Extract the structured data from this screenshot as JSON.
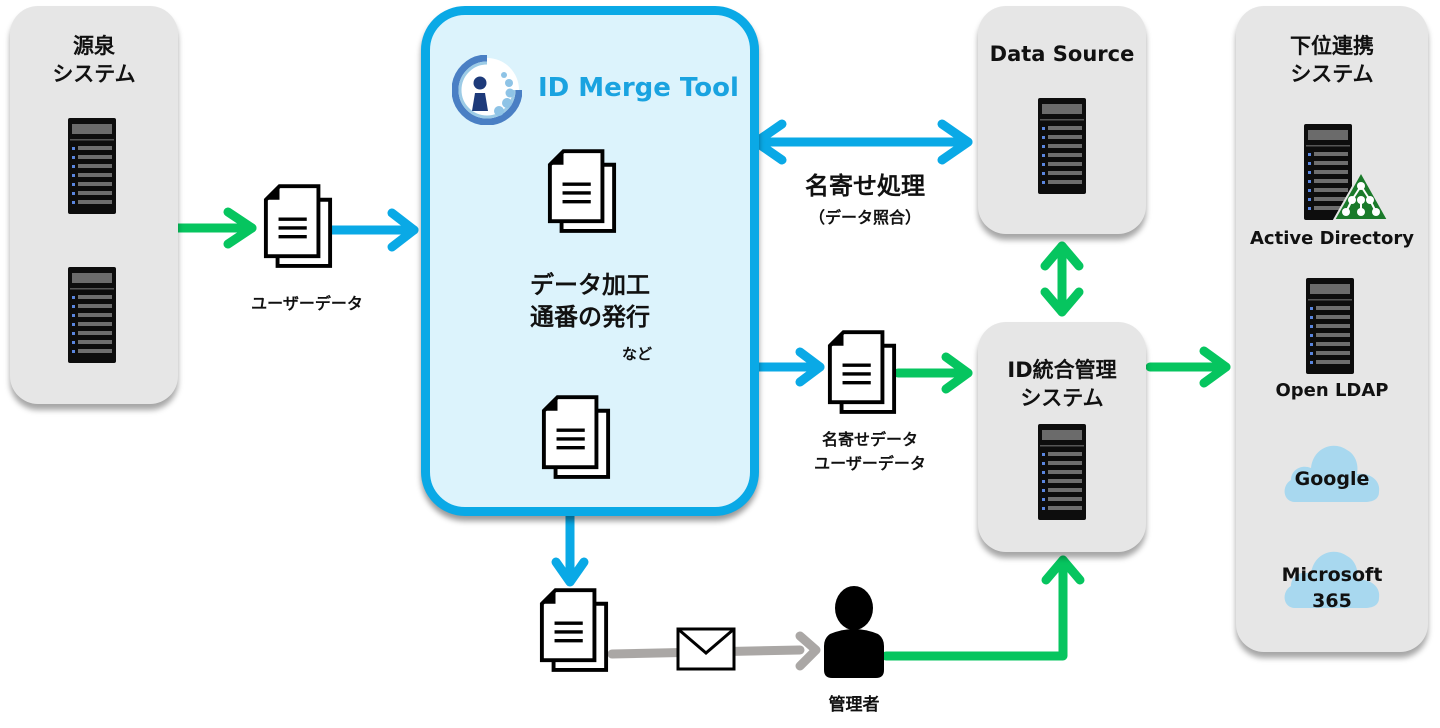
{
  "colors": {
    "blue_arrow": "#0aa9e6",
    "green_arrow": "#06c55f",
    "gray_arrow": "#aaa7a5",
    "panel_bg": "#e6e6e6",
    "merge_bg": "#dcf3fc",
    "brand_text": "#1aa3e0",
    "cloud": "#a8d8ef",
    "ad_triangle": "#1a7a2a"
  },
  "source_system": {
    "title_line1": "源泉",
    "title_line2": "システム",
    "servers": 2
  },
  "user_data_label": "ユーザーデータ",
  "merge_tool": {
    "logo_icon": "id-merge-logo-icon",
    "title": "ID Merge Tool",
    "process_line1": "データ加工",
    "process_line2": "通番の発行",
    "process_suffix": "など"
  },
  "matching": {
    "label": "名寄せ処理",
    "sublabel": "（データ照合）"
  },
  "data_source": {
    "title": "Data Source"
  },
  "merged_data": {
    "line1": "名寄せデータ",
    "line2": "ユーザーデータ"
  },
  "id_system": {
    "title_line1": "ID統合管理",
    "title_line2": "システム"
  },
  "admin": {
    "label": "管理者",
    "icon": "person-icon",
    "mail_icon": "envelope-icon"
  },
  "downstream": {
    "title_line1": "下位連携",
    "title_line2": "システム",
    "items": [
      {
        "label": "Active Directory",
        "icon": "server-ad-icon"
      },
      {
        "label": "Open LDAP",
        "icon": "server-icon"
      },
      {
        "label": "Google",
        "icon": "cloud-icon"
      },
      {
        "label_line1": "Microsoft",
        "label_line2": "365",
        "icon": "cloud-icon"
      }
    ]
  }
}
